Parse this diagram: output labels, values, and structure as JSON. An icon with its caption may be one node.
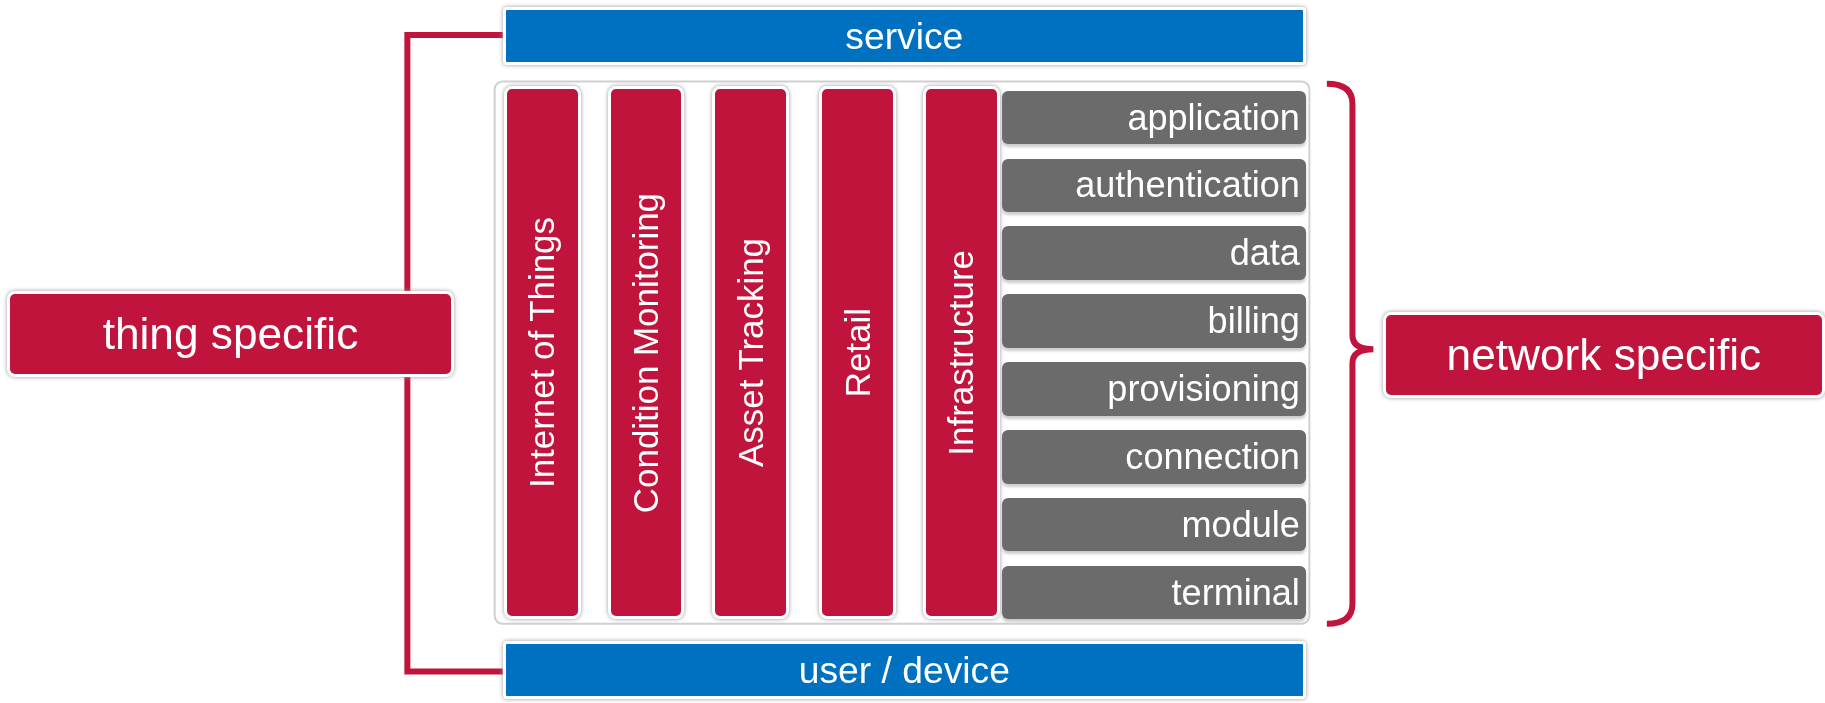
{
  "diagram": {
    "nodes": [
      {
        "text": [
          "service"
        ]
      },
      {
        "text": [
          "Internet of Things"
        ]
      },
      {
        "text": [
          "Condition Monitoring"
        ]
      },
      {
        "text": [
          "Asset Tracking"
        ]
      },
      {
        "text": [
          "Retail"
        ]
      },
      {
        "text": [
          "Infrastructure"
        ]
      },
      {
        "text": [
          "application"
        ]
      },
      {
        "text": [
          "authentication"
        ]
      },
      {
        "text": [
          "data"
        ]
      },
      {
        "text": [
          "billing"
        ]
      },
      {
        "text": [
          "provisioning"
        ]
      },
      {
        "text": [
          "connection"
        ]
      },
      {
        "text": [
          "module"
        ]
      },
      {
        "text": [
          "terminal"
        ]
      },
      {
        "text": [
          "user / device"
        ]
      },
      {
        "text": [
          "thing specific"
        ]
      },
      {
        "text": [
          "network specific"
        ]
      }
    ]
  }
}
